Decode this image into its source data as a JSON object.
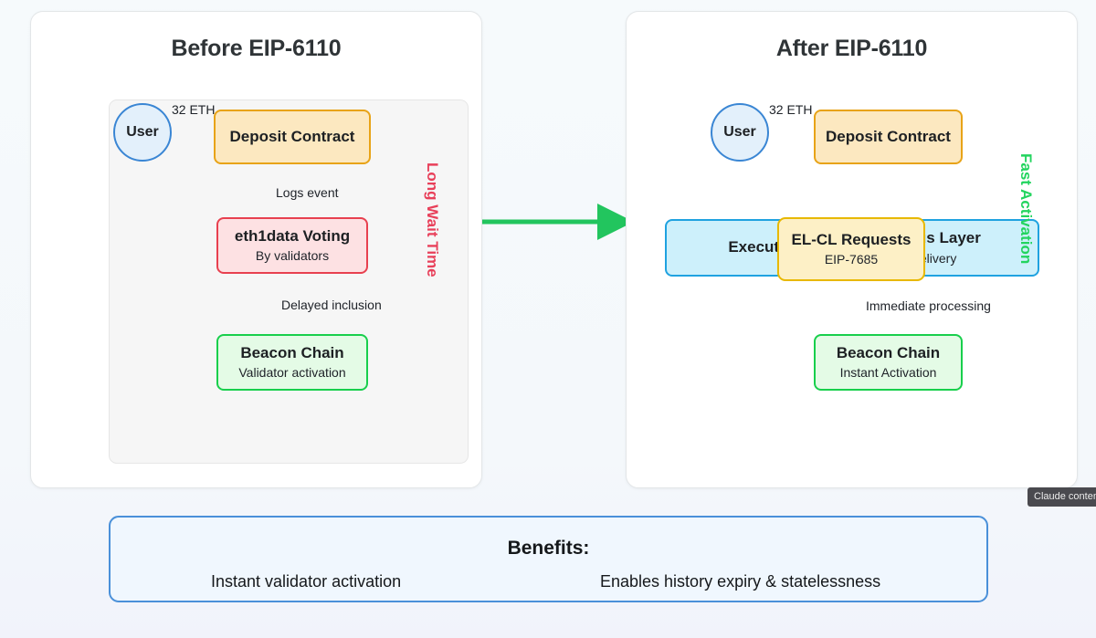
{
  "diagram": {
    "background_color": "#f4f8fb",
    "panels": [
      {
        "id": "before",
        "title": "Before EIP-6110",
        "divider_label": "Long Wait Time",
        "divider_color": "#e8405a",
        "nodes": {
          "user": "User",
          "deposit": "Deposit Contract",
          "voting_title": "eth1data Voting",
          "voting_sub": "By validators",
          "beacon_title": "Beacon Chain",
          "beacon_sub": "Validator activation"
        },
        "edges": {
          "eth": "32 ETH",
          "logs": "Logs event",
          "delayed": "Delayed inclusion"
        }
      },
      {
        "id": "after",
        "title": "After EIP-6110",
        "divider_label": "Fast Activation",
        "divider_color": "#22d45e",
        "nodes": {
          "user": "User",
          "deposit": "Deposit Contract",
          "execution_layer": "Execution Layer",
          "consensus_layer": "Consensus Layer",
          "consensus_sub": "Direct delivery",
          "elcl_title": "EL-CL Requests",
          "elcl_sub": "EIP-7685",
          "beacon_title": "Beacon Chain",
          "beacon_sub": "Instant Activation"
        },
        "edges": {
          "eth": "32 ETH",
          "immediate": "Immediate processing"
        }
      }
    ],
    "transition_arrow_color": "#22c55e",
    "benefits": {
      "title": "Benefits:",
      "items": [
        "Instant validator activation",
        "Enables history expiry & statelessness"
      ],
      "border_color": "#4a90d9"
    },
    "tooltip": {
      "text": "Claude content"
    },
    "colors": {
      "orange_fill": "#fce8c0",
      "orange_border": "#e8a317",
      "red_fill": "#fde1e3",
      "red_border": "#e8404f",
      "green_fill": "#e4fbe6",
      "green_border": "#18cf4c",
      "blue_fill": "#cdf0fb",
      "blue_border": "#1fa2e0",
      "yellow_fill": "#fdf0c6",
      "yellow_border": "#e8b800",
      "user_fill": "#e3f0fb",
      "user_border": "#3a86d4"
    }
  }
}
